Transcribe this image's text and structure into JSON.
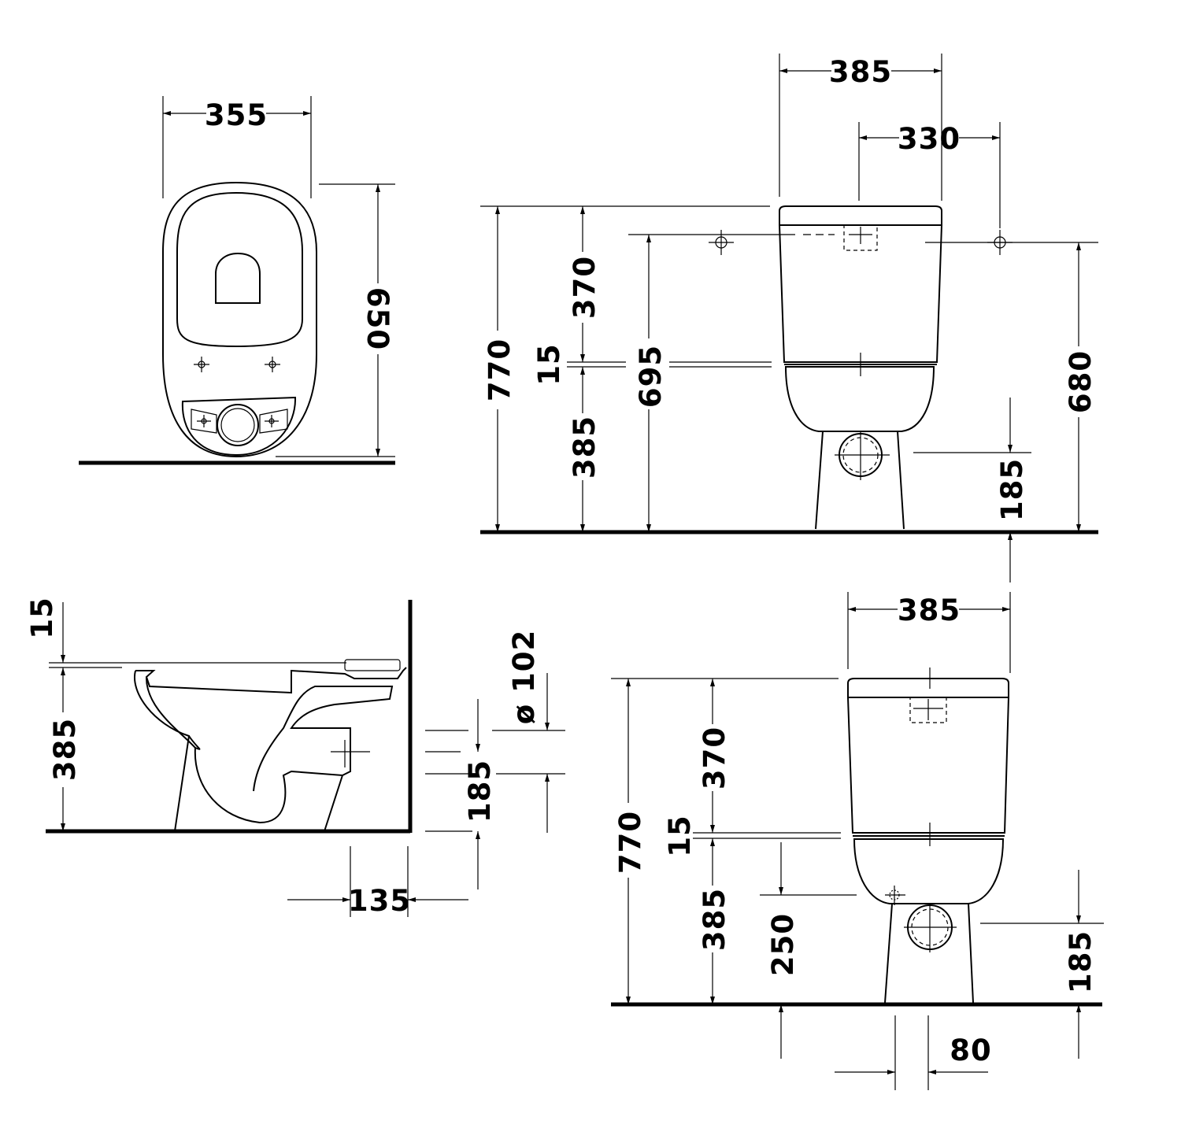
{
  "dimensions": {
    "top_view": {
      "width": "355",
      "length": "650"
    },
    "front_view": {
      "cistern_width": "385",
      "fixing_spacing": "330",
      "total_height": "770",
      "cistern_height": "370",
      "gap": "15",
      "bowl_height": "385",
      "fixing_height": "695",
      "right_fixing_height": "680",
      "outlet_height": "185"
    },
    "side_view": {
      "gap": "15",
      "bowl_height": "385",
      "outlet_diameter": "ø 102",
      "outlet_height": "185",
      "outlet_offset": "135"
    },
    "rear_view": {
      "cistern_width": "385",
      "total_height": "770",
      "cistern_height": "370",
      "gap": "15",
      "bowl_height": "385",
      "inlet_height": "250",
      "outlet_height": "185",
      "outlet_offset": "80"
    }
  }
}
